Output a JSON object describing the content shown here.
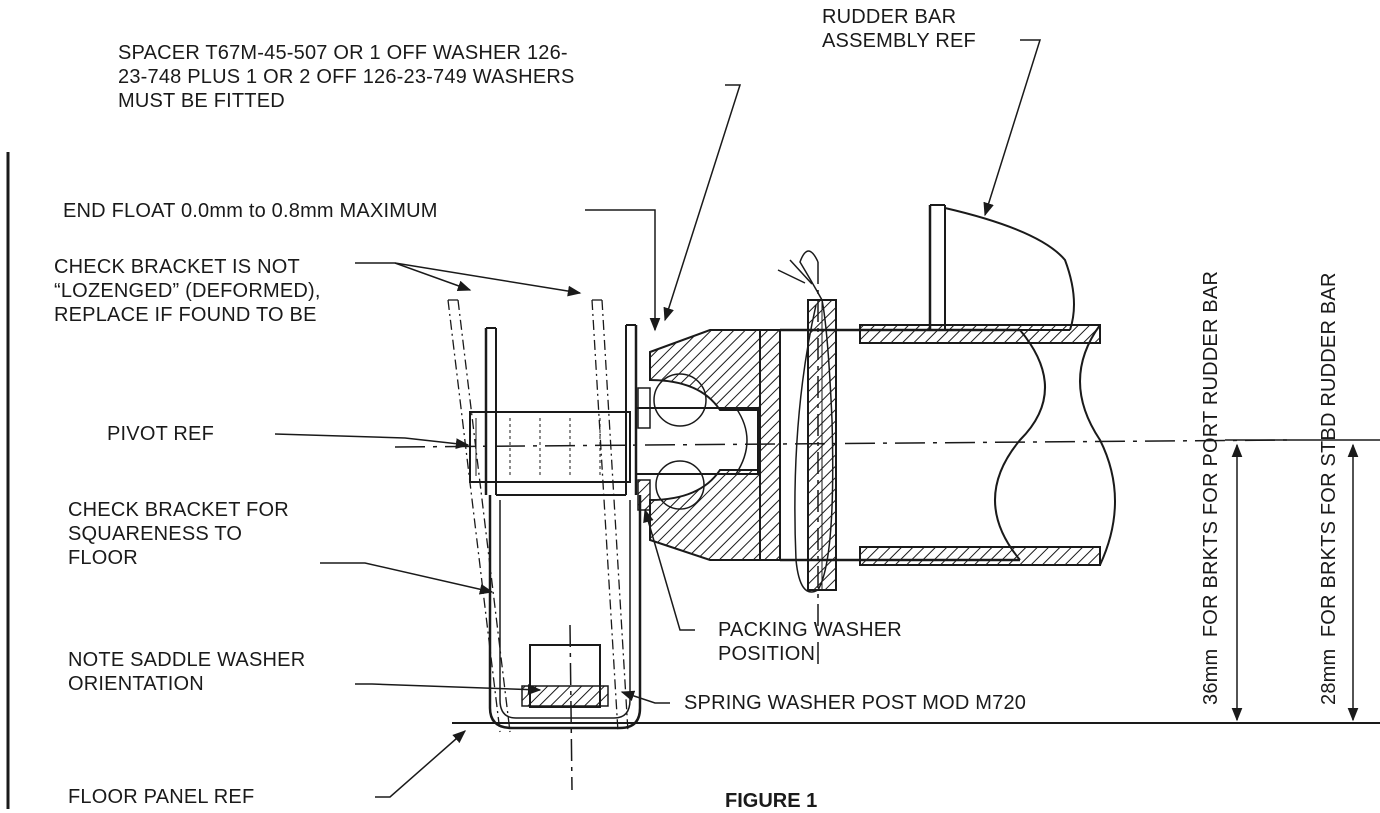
{
  "labels": {
    "spacer": "SPACER T67M-45-507 OR 1 OFF WASHER 126-\n23-748 PLUS 1 OR 2 OFF 126-23-749 WASHERS\nMUST BE FITTED",
    "rudder_bar": "RUDDER BAR\nASSEMBLY REF",
    "end_float": "END FLOAT 0.0mm to 0.8mm MAXIMUM",
    "check_lozenged": "CHECK BRACKET IS NOT\n“LOZENGED” (DEFORMED),\nREPLACE IF FOUND TO BE",
    "pivot_ref": "PIVOT REF",
    "check_square": "CHECK BRACKET FOR\nSQUARENESS TO\nFLOOR",
    "note_saddle": "NOTE SADDLE WASHER\nORIENTATION",
    "packing_washer": "PACKING WASHER\nPOSITION",
    "spring_washer": "SPRING WASHER POST MOD M720",
    "floor_panel": "FLOOR PANEL REF",
    "port_dim": "36mm  FOR BRKTS FOR PORT RUDDER BAR",
    "stbd_dim": "28mm  FOR BRKTS FOR STBD RUDDER BAR",
    "figure_caption": "FIGURE 1"
  },
  "colors": {
    "line": "#1a1a1a",
    "paper": "#ffffff"
  }
}
